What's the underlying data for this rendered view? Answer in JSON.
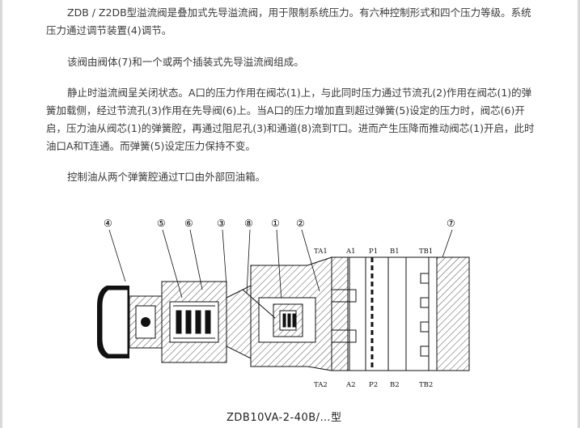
{
  "paragraphs": [
    "ZDB / Z2DB型溢流阀是叠加式先导溢流阀，用于限制系统压力。有六种控制形式和四个压力等级。系统压力通过调节装置(4)调节。",
    "该阀由阀体(7)和一个或两个插装式先导溢流阀组成。",
    "静止时溢流阀呈关闭状态。A口的压力作用在阀芯(1)上，与此同时压力通过节流孔(2)作用在阀芯(1)的弹簧加载侧，经过节流孔(3)作用在先导阀(6)上。当A口的压力增加直到超过弹簧(5)设定的压力时，阀芯(6)开启，压力油从阀芯(1)的弹簧腔，再通过阻尼孔(3)和通道(8)流到T口。进而产生压降而推动阀芯(1)开启，此时油口A和T连通。而弹簧(5)设定压力保持不变。",
    "控制油从两个弹簧腔通过T口由外部回油箱。"
  ],
  "diagram": {
    "callouts": [
      "④",
      "⑤",
      "⑥",
      "③",
      "⑧",
      "①",
      "②",
      "⑦"
    ],
    "ports_top": [
      "TA1",
      "A1",
      "P1",
      "B1",
      "TB1"
    ],
    "ports_bottom": [
      "TA2",
      "A2",
      "P2",
      "B2",
      "TB2"
    ]
  },
  "caption": "ZDB10VA-2-40B/…型",
  "colors": {
    "text": "#3a3a3a",
    "border": "#d9d9d9",
    "line": "#111111"
  }
}
